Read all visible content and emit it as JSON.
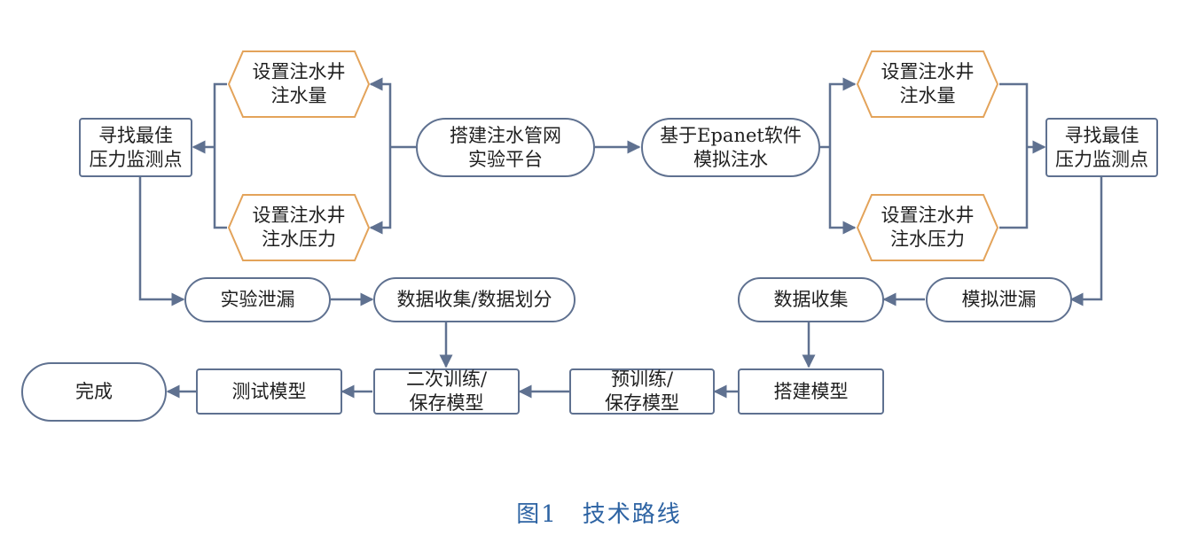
{
  "colors": {
    "line": "#5f7190",
    "hex_border": "#e3a35a",
    "caption": "#2d63a3"
  },
  "nodes": {
    "left_find": "寻找最佳\n压力监测点",
    "left_hex_top": "设置注水井\n注水量",
    "left_hex_bottom": "设置注水井\n注水压力",
    "build_platform": "搭建注水管网\n实验平台",
    "epanet": "基于Epanet软件\n模拟注水",
    "right_hex_top": "设置注水井\n注水量",
    "right_hex_bottom": "设置注水井\n注水压力",
    "right_find": "寻找最佳\n压力监测点",
    "exp_leak": "实验泄漏",
    "collect_split": "数据收集/数据划分",
    "data_collect": "数据收集",
    "sim_leak": "模拟泄漏",
    "done": "完成",
    "test_model": "测试模型",
    "retrain_save": "二次训练/\n保存模型",
    "pretrain_save": "预训练/\n保存模型",
    "build_model": "搭建模型"
  },
  "caption": "图1　技术路线"
}
